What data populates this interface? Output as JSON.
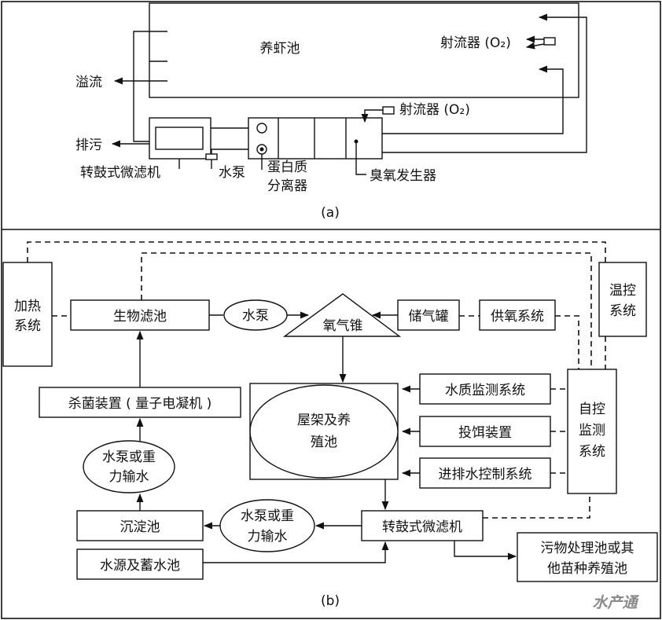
{
  "part_a": {
    "caption": "(a)",
    "shrimp_pond": "养虾池",
    "ejector_top": "射流器 (O₂)",
    "overflow": "溢流",
    "drain": "排污",
    "ejector_mid": "射流器 (O₂)",
    "drum_filter": "转鼓式微滤机",
    "pump": "水泵",
    "protein_sep_line1": "蛋白质",
    "protein_sep_line2": "分离器",
    "ozone_gen": "臭氧发生器"
  },
  "part_b": {
    "caption": "(b)",
    "heating_line1": "加热",
    "heating_line2": "系统",
    "temp_line1": "温控",
    "temp_line2": "系统",
    "biofilter": "生物滤池",
    "pump": "水泵",
    "oxygen_cone": "氧气锥",
    "gas_tank": "储气罐",
    "oxygen_supply": "供氧系统",
    "sterilizer": "杀菌装置 ( 量子电凝机 )",
    "pond_line1": "屋架及养",
    "pond_line2": "殖池",
    "water_quality": "水质监测系统",
    "feeding": "投饵装置",
    "inout_control": "进排水控制系统",
    "auto_line1": "自控",
    "auto_line2": "监测",
    "auto_line3": "系统",
    "pump_gravity1_line1": "水泵或重",
    "pump_gravity1_line2": "力输水",
    "settling": "沉淀池",
    "pump_gravity2_line1": "水泵或重",
    "pump_gravity2_line2": "力输水",
    "drum_filter": "转鼓式微滤机",
    "water_source": "水源及蓄水池",
    "waste_line1": "污物处理池或其",
    "waste_line2": "他苗种养殖池"
  },
  "watermark": "水产通"
}
